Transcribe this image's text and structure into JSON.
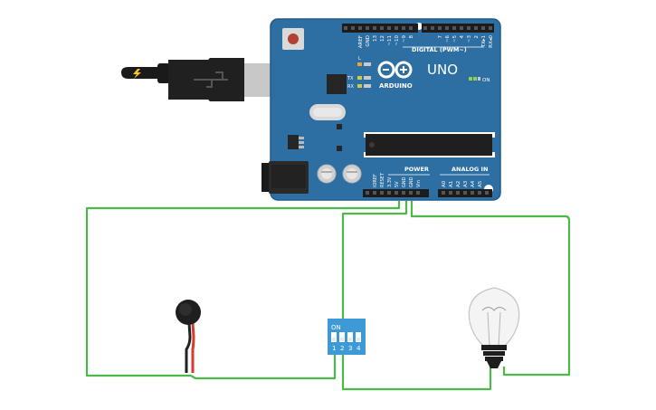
{
  "board": {
    "name": "UNO",
    "brand": "ARDUINO",
    "on_label": "ON",
    "digital_label": "DIGITAL (PWM~)",
    "power_label": "POWER",
    "analog_label": "ANALOG IN",
    "l_label": "L",
    "tx_label": "TX",
    "rx_label": "RX",
    "digital_pins": [
      "AREF",
      "GND",
      "13",
      "12",
      "~11",
      "~10",
      "~9",
      "8",
      "7",
      "~6",
      "~5",
      "4",
      "~3",
      "2",
      "TX▸1",
      "RX◂0"
    ],
    "power_pins": [
      "IOREF",
      "RESET",
      "3.3V",
      "5V",
      "GND",
      "GND",
      "Vin"
    ],
    "analog_pins": [
      "A0",
      "A1",
      "A2",
      "A3",
      "A4",
      "A5"
    ]
  },
  "dip_switch": {
    "on_label": "ON",
    "numbers": [
      "1",
      "2",
      "3",
      "4"
    ]
  },
  "colors": {
    "board": "#2d6ea3",
    "board_edge": "#225a87",
    "wire": "#4cb84c",
    "header": "#1c1c1c",
    "dip": "#3d9ad6",
    "motor_wire_red": "#d83a2e",
    "motor_wire_black": "#222222"
  }
}
